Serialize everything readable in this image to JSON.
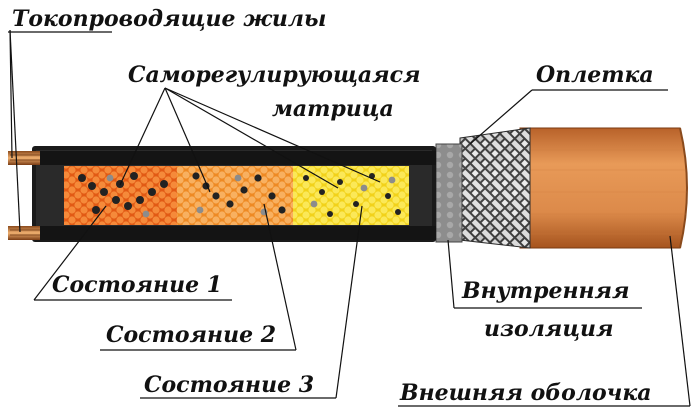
{
  "labels": {
    "conductors": "Токопроводящие жилы",
    "matrix_line1": "Саморегулирующаяся",
    "matrix_line2": "матрица",
    "braid": "Оплетка",
    "inner_insulation_line1": "Внутренняя",
    "inner_insulation_line2": "изоляция",
    "state1": "Состояние 1",
    "state2": "Состояние 2",
    "state3": "Состояние 3",
    "outer_jacket": "Внешняя оболочка"
  },
  "colors": {
    "state1_matrix": "#ee6a1c",
    "state2_matrix": "#f5a23a",
    "state3_matrix": "#f6dc28",
    "outer_jacket": "#dc8a4a",
    "inner_insulation": "#9a9a9a",
    "cable_body": "#1a1a1a",
    "copper": "#c8743c"
  }
}
